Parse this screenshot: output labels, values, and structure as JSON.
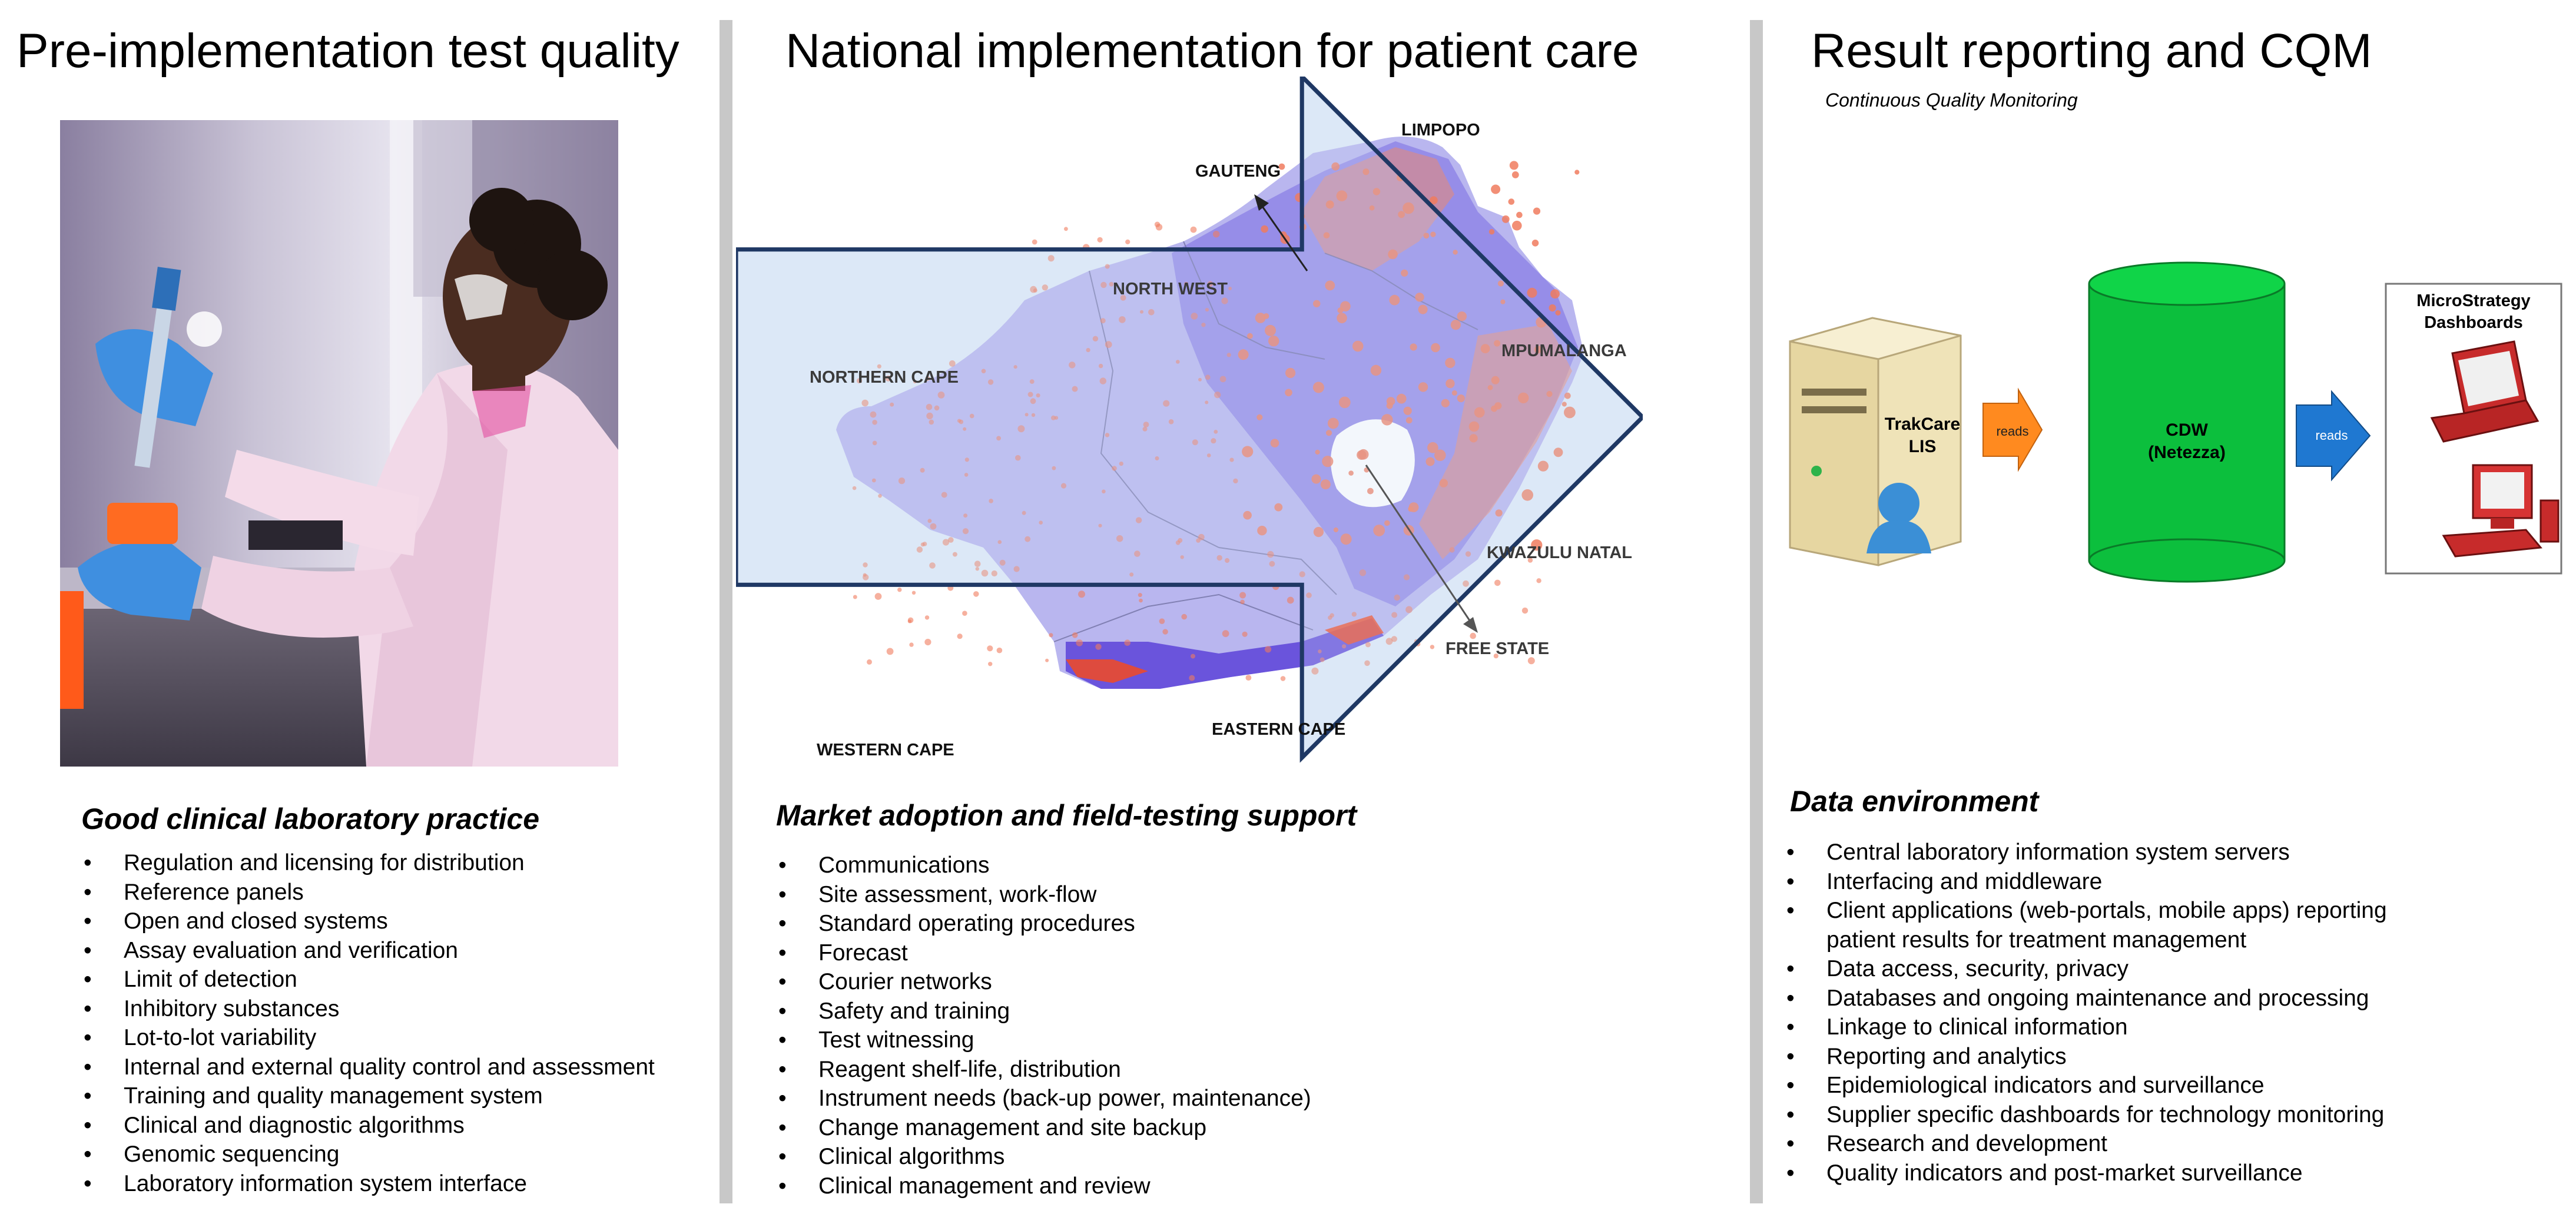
{
  "columns": [
    {
      "title": "Pre-implementation test quality",
      "subheading": "Good clinical laboratory practice",
      "items": [
        "Regulation and licensing for distribution",
        "Reference panels",
        "Open and closed systems",
        "Assay evaluation and verification",
        "Limit of detection",
        "Inhibitory substances",
        "Lot-to-lot variability",
        "Internal and external quality control and assessment",
        "Training and quality management system",
        "Clinical and diagnostic algorithms",
        "Genomic sequencing",
        "Laboratory information system interface"
      ]
    },
    {
      "title": "National implementation for patient care",
      "subheading": "Market adoption and field-testing support",
      "items": [
        "Communications",
        "Site assessment, work-flow",
        "Standard operating procedures",
        "Forecast",
        "Courier networks",
        "Safety and training",
        "Test witnessing",
        "Reagent shelf-life, distribution",
        "Instrument needs (back-up power, maintenance)",
        "Change management and site backup",
        "Clinical algorithms",
        "Clinical management and review"
      ]
    },
    {
      "title": "Result reporting and CQM",
      "caption": "Continuous Quality Monitoring",
      "subheading": "Data environment",
      "items": [
        "Central laboratory information system servers",
        "Interfacing and middleware",
        "Client applications (web-portals, mobile apps) reporting",
        "patient results for treatment management",
        "Data access, security, privacy",
        "Databases and ongoing maintenance and processing",
        "Linkage to clinical information",
        "Reporting and analytics",
        "Epidemiological indicators and surveillance",
        "Supplier specific dashboards for technology monitoring",
        "Research and development",
        "Quality indicators and post-market surveillance"
      ]
    }
  ],
  "map": {
    "provinces": {
      "limpopo": "LIMPOPO",
      "gauteng": "GAUTENG",
      "north_west": "NORTH WEST",
      "mpumalanga": "MPUMALANGA",
      "northern_cape": "NORTHERN CAPE",
      "kwazulu_natal": "KWAZULU NATAL",
      "free_state": "FREE STATE",
      "western_cape": "WESTERN CAPE",
      "eastern_cape": "EASTERN CAPE"
    }
  },
  "diagram": {
    "server_label_1": "TrakCare",
    "server_label_2": "LIS",
    "arrow_label_1": "reads",
    "cdw_label_1": "CDW",
    "cdw_label_2": "(Netezza)",
    "arrow_label_2": "reads",
    "dash_title_1": "MicroStrategy",
    "dash_title_2": "Dashboards"
  },
  "colors": {
    "divider": "#c8c8c8",
    "arrow_outline": "#1f3864",
    "arrow_fill": "#dde9f7",
    "cylinder": "#0cbf3d",
    "orange_arrow": "#ff8a1f",
    "blue_arrow": "#1f78d1",
    "map_base": "#b9b6ef",
    "map_dense": "#8579e6",
    "map_dots": "#f07b5e"
  }
}
